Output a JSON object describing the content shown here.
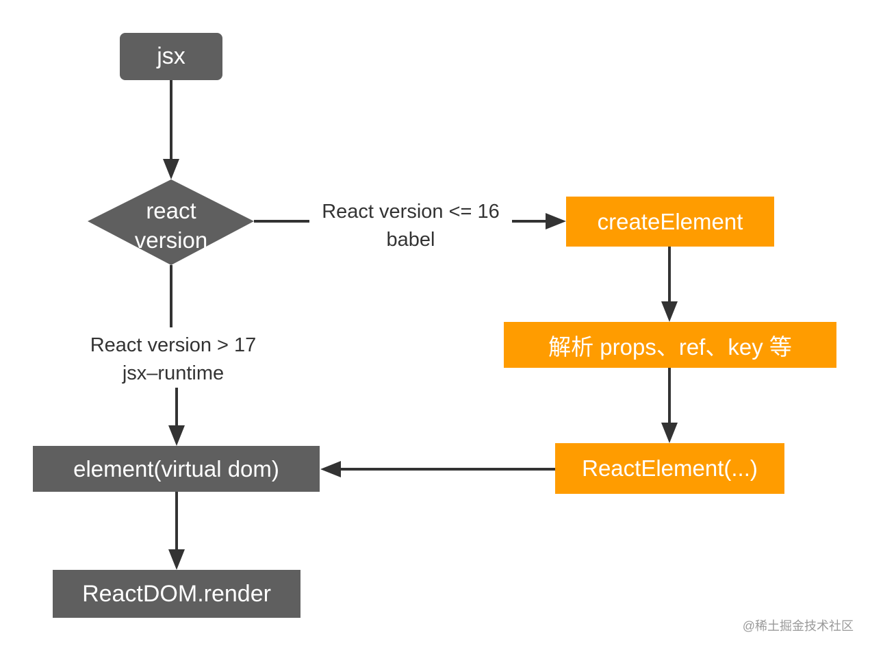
{
  "nodes": {
    "jsx": "jsx",
    "decision": [
      "react",
      "version"
    ],
    "create_element": "createElement",
    "parse_props": "解析 props、ref、key 等",
    "react_element": "ReactElement(...)",
    "element": "element(virtual dom)",
    "render": "ReactDOM.render"
  },
  "edge_labels": {
    "old_path": [
      "React version <= 16",
      "babel"
    ],
    "new_path": [
      "React version > 17",
      "jsx–runtime"
    ]
  },
  "watermark": "@稀土掘金技术社区",
  "colors": {
    "dark_node": "#5f5f5f",
    "orange_node": "#ff9c00",
    "edge": "#333333",
    "node_text": "#ffffff"
  }
}
